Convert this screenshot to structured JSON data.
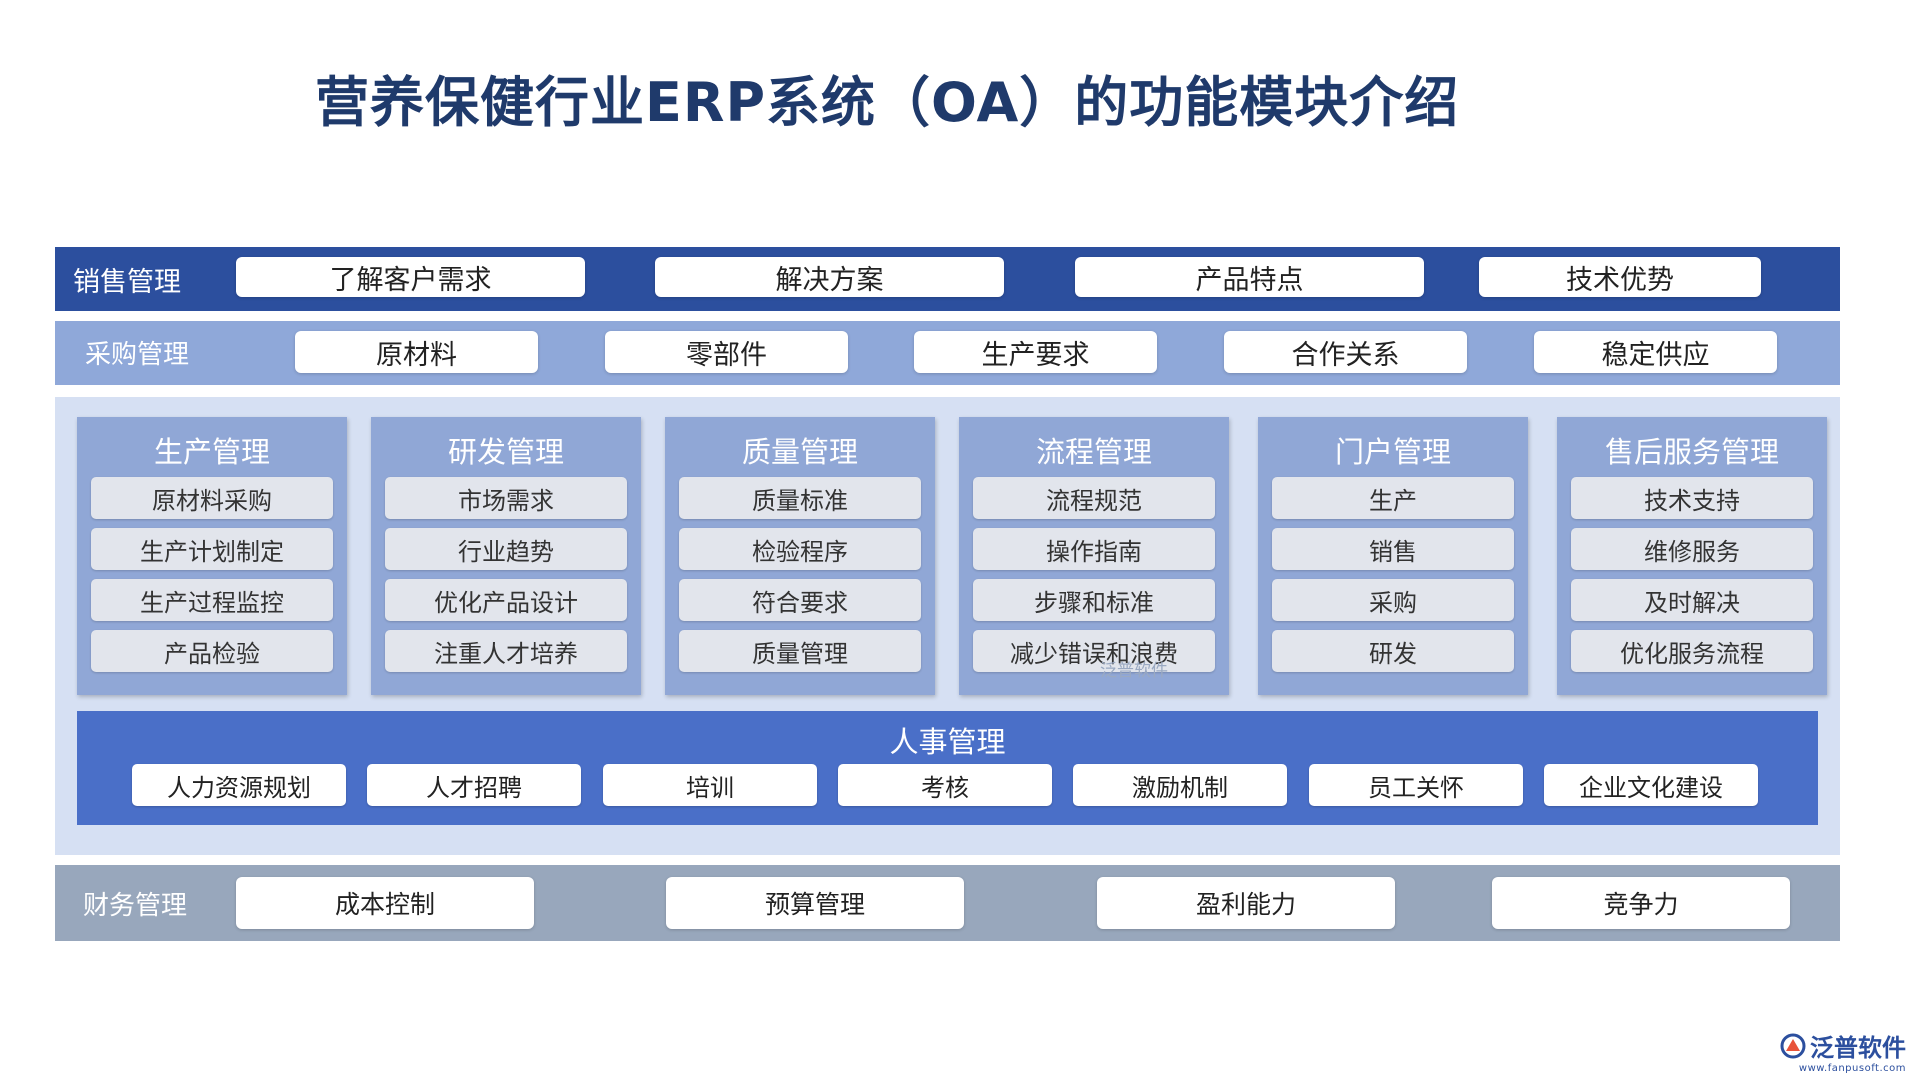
{
  "title": "营养保健行业ERP系统（OA）的功能模块介绍",
  "sales": {
    "label": "销售管理",
    "items": [
      "了解客户需求",
      "解决方案",
      "产品特点",
      "技术优势"
    ]
  },
  "purchase": {
    "label": "采购管理",
    "items": [
      "原材料",
      "零部件",
      "生产要求",
      "合作关系",
      "稳定供应"
    ]
  },
  "modules": [
    {
      "title": "生产管理",
      "items": [
        "原材料采购",
        "生产计划制定",
        "生产过程监控",
        "产品检验"
      ]
    },
    {
      "title": "研发管理",
      "items": [
        "市场需求",
        "行业趋势",
        "优化产品设计",
        "注重人才培养"
      ]
    },
    {
      "title": "质量管理",
      "items": [
        "质量标准",
        "检验程序",
        "符合要求",
        "质量管理"
      ]
    },
    {
      "title": "流程管理",
      "items": [
        "流程规范",
        "操作指南",
        "步骤和标准",
        "减少错误和浪费"
      ]
    },
    {
      "title": "门户管理",
      "items": [
        "生产",
        "销售",
        "采购",
        "研发"
      ]
    },
    {
      "title": "售后服务管理",
      "items": [
        "技术支持",
        "维修服务",
        "及时解决",
        "优化服务流程"
      ]
    }
  ],
  "hr": {
    "title": "人事管理",
    "items": [
      "人力资源规划",
      "人才招聘",
      "培训",
      "考核",
      "激励机制",
      "员工关怀",
      "企业文化建设"
    ]
  },
  "finance": {
    "label": "财务管理",
    "items": [
      "成本控制",
      "预算管理",
      "盈利能力",
      "竞争力"
    ]
  },
  "watermark": "泛普软件",
  "logo": {
    "name": "泛普软件",
    "url": "www.fanpusoft.com",
    "colors": {
      "primary": "#2c4f9e",
      "accent": "#e8533a"
    }
  }
}
